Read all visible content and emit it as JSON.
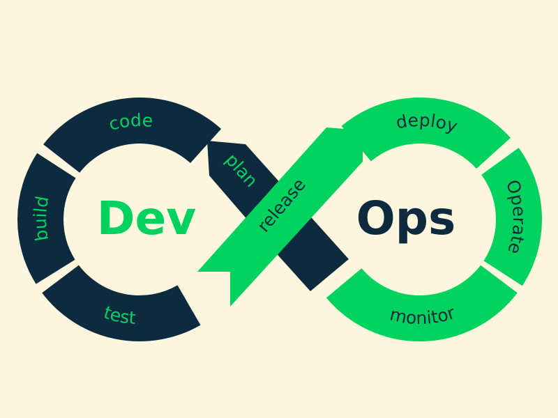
{
  "colors": {
    "background": "#fcf6df",
    "navy": "#0e2a3f",
    "green": "#02d35f"
  },
  "center": {
    "dev": "Dev",
    "ops": "Ops"
  },
  "stages": {
    "plan": "plan",
    "code": "code",
    "build": "build",
    "test": "test",
    "release": "release",
    "deploy": "deploy",
    "operate": "Operate",
    "monitor": "monitor"
  }
}
